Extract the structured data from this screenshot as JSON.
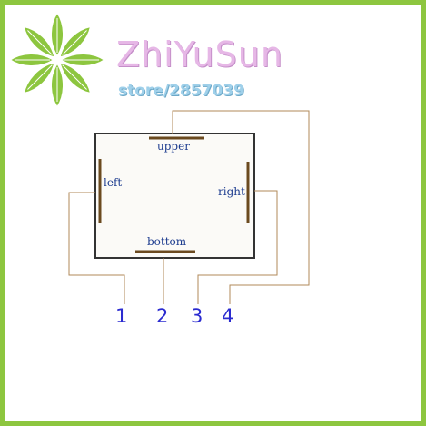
{
  "brand": {
    "name": "ZhiYuSun",
    "store": "store/2857039",
    "colors": {
      "frame": "#8dc63f",
      "logo": "#8dc63f",
      "name": "#e6b7e6",
      "store": "#9fd0ea"
    }
  },
  "diagram": {
    "sensor_labels": {
      "upper": "upper",
      "left": "left",
      "right": "right",
      "bottom": "bottom"
    },
    "pins": [
      "1",
      "2",
      "3",
      "4"
    ],
    "colors": {
      "wire": "#b08a5a",
      "electrode": "#6b4a1f",
      "housing": "#333333",
      "label": "#1d3c8f",
      "pin": "#2b2bd0"
    }
  }
}
